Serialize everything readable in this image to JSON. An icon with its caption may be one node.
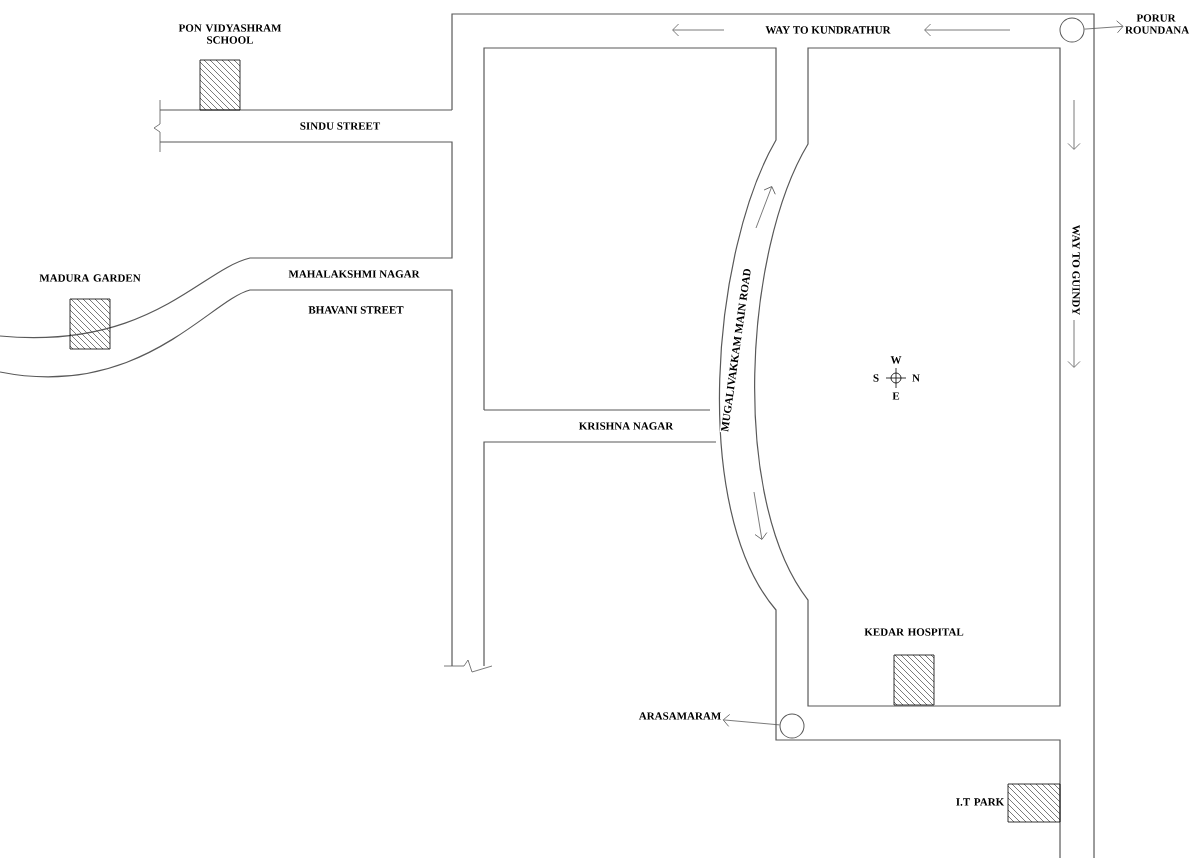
{
  "diagram": {
    "nodes": [
      {
        "text": [
          "PON VIDYASHRAM SCHOOL"
        ]
      },
      {
        "text": [
          "MADURA GARDEN"
        ]
      },
      {
        "text": [],
        "shape": "circle"
      },
      {
        "text": [
          "PORUR ROUNDANA"
        ]
      },
      {
        "text": [
          "KEDAR HOSPITAL"
        ]
      },
      {
        "text": [],
        "shape": "circle"
      },
      {
        "text": [
          "ARASAMARAM"
        ]
      },
      {
        "text": [
          "I.T PARK"
        ]
      }
    ],
    "edges": [
      {
        "from": 2,
        "to": 3,
        "arrow": "to"
      },
      {
        "from": 5,
        "to": 6,
        "arrow": "to"
      }
    ],
    "labels": [
      "SINDU STREET",
      "WAY TO KUNDRATHUR",
      "WAY TO GUINDY",
      "MAHALAKSHMI NAGAR",
      "BHAVANI STREET",
      "MUGALIVAKKAM MAIN ROAD",
      "W",
      "S",
      "N",
      "E",
      "KRISHNA NAGAR"
    ]
  }
}
